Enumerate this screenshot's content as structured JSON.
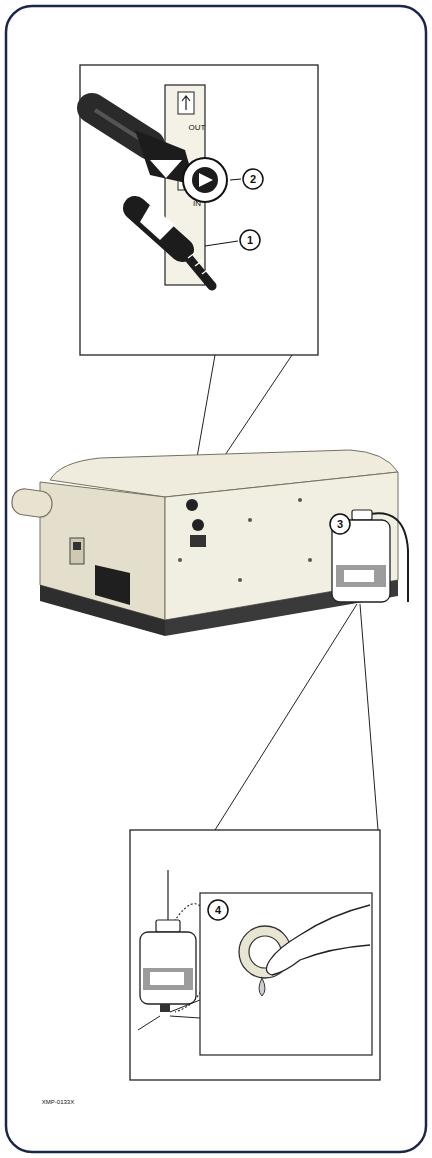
{
  "diagram": {
    "labels": [
      "OUT",
      "2",
      "IN",
      "1",
      "3",
      "4",
      "XMP-0133X"
    ]
  }
}
